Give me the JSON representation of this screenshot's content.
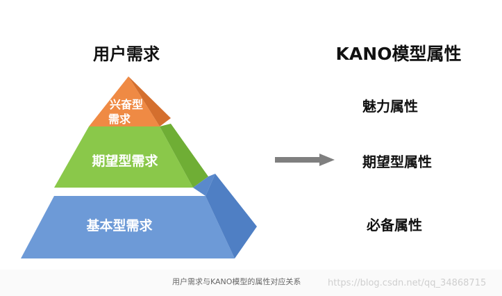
{
  "left_title": "用户需求",
  "right_title": "KANO模型属性",
  "pyramid": [
    {
      "line1": "兴奋型",
      "line2": "需求",
      "color": "#ef8a44"
    },
    {
      "label": "期望型需求",
      "color": "#8ac84a"
    },
    {
      "label": "基本型需求",
      "color": "#6d9ad7"
    }
  ],
  "attributes": [
    "魅力属性",
    "期望型属性",
    "必备属性"
  ],
  "caption": "用户需求与KANO模型的属性对应关系",
  "watermark": "https://blog.csdn.net/qq_34868715"
}
